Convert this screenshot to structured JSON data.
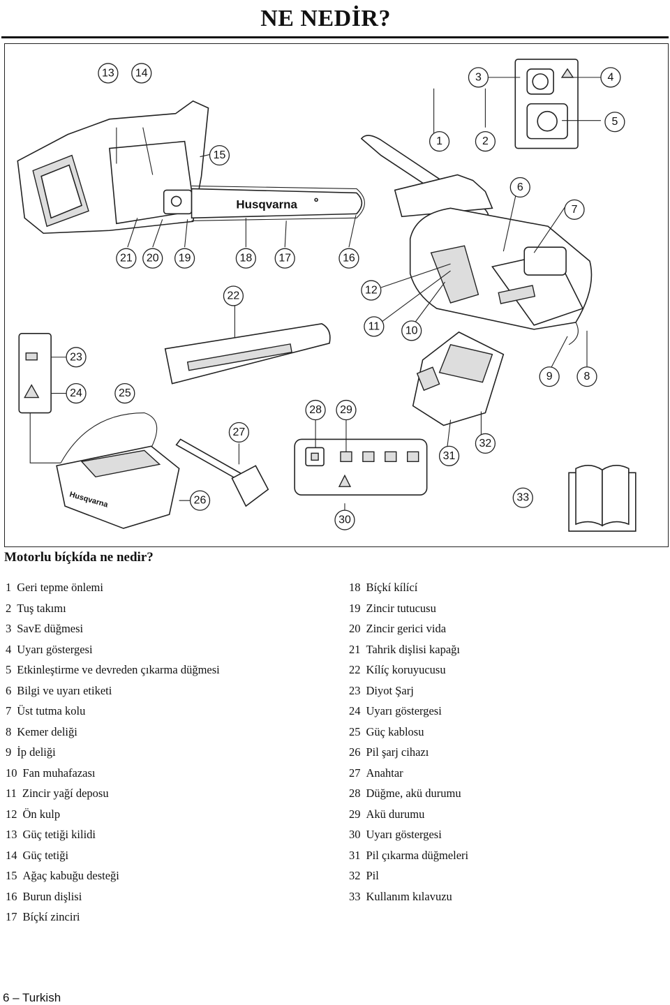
{
  "page": {
    "title": "NE NEDİR?",
    "footer": "6 – Turkish"
  },
  "figure": {
    "bar_brand": "Husqvarna",
    "callouts": [
      "1",
      "2",
      "3",
      "4",
      "5",
      "6",
      "7",
      "8",
      "9",
      "10",
      "11",
      "12",
      "13",
      "14",
      "15",
      "16",
      "17",
      "18",
      "19",
      "20",
      "21",
      "22",
      "23",
      "24",
      "25",
      "26",
      "27",
      "28",
      "29",
      "30",
      "31",
      "32",
      "33"
    ]
  },
  "legend": {
    "heading": "Motorlu bíçkída ne nedir?",
    "left": [
      {
        "num": "1",
        "label": "Geri tepme önlemi"
      },
      {
        "num": "2",
        "label": "Tuş takımı"
      },
      {
        "num": "3",
        "label": "SavE düğmesi"
      },
      {
        "num": "4",
        "label": "Uyarı göstergesi"
      },
      {
        "num": "5",
        "label": "Etkinleştirme ve devreden çıkarma düğmesi"
      },
      {
        "num": "6",
        "label": "Bilgi ve uyarı etiketi"
      },
      {
        "num": "7",
        "label": "Üst tutma kolu"
      },
      {
        "num": "8",
        "label": "Kemer deliği"
      },
      {
        "num": "9",
        "label": "İp deliği"
      },
      {
        "num": "10",
        "label": "Fan muhafazası"
      },
      {
        "num": "11",
        "label": "Zincir yağí deposu"
      },
      {
        "num": "12",
        "label": "Ön kulp"
      },
      {
        "num": "13",
        "label": "Güç tetiği kilidi"
      },
      {
        "num": "14",
        "label": "Güç tetiği"
      },
      {
        "num": "15",
        "label": "Ağaç kabuğu desteği"
      },
      {
        "num": "16",
        "label": "Burun dişlisi"
      },
      {
        "num": "17",
        "label": "Bíçkí zinciri"
      }
    ],
    "right": [
      {
        "num": "18",
        "label": "Bíçkí kílící"
      },
      {
        "num": "19",
        "label": "Zincir tutucusu"
      },
      {
        "num": "20",
        "label": "Zincir gerici vida"
      },
      {
        "num": "21",
        "label": "Tahrik dişlisi kapağı"
      },
      {
        "num": "22",
        "label": "Kílíç koruyucusu"
      },
      {
        "num": "23",
        "label": "Diyot Şarj"
      },
      {
        "num": "24",
        "label": "Uyarı göstergesi"
      },
      {
        "num": "25",
        "label": "Güç kablosu"
      },
      {
        "num": "26",
        "label": "Pil şarj cihazı"
      },
      {
        "num": "27",
        "label": "Anahtar"
      },
      {
        "num": "28",
        "label": "Düğme, akü durumu"
      },
      {
        "num": "29",
        "label": "Akü durumu"
      },
      {
        "num": "30",
        "label": "Uyarı göstergesi"
      },
      {
        "num": "31",
        "label": "Pil çıkarma düğmeleri"
      },
      {
        "num": "32",
        "label": "Pil"
      },
      {
        "num": "33",
        "label": "Kullanım kılavuzu"
      }
    ]
  }
}
